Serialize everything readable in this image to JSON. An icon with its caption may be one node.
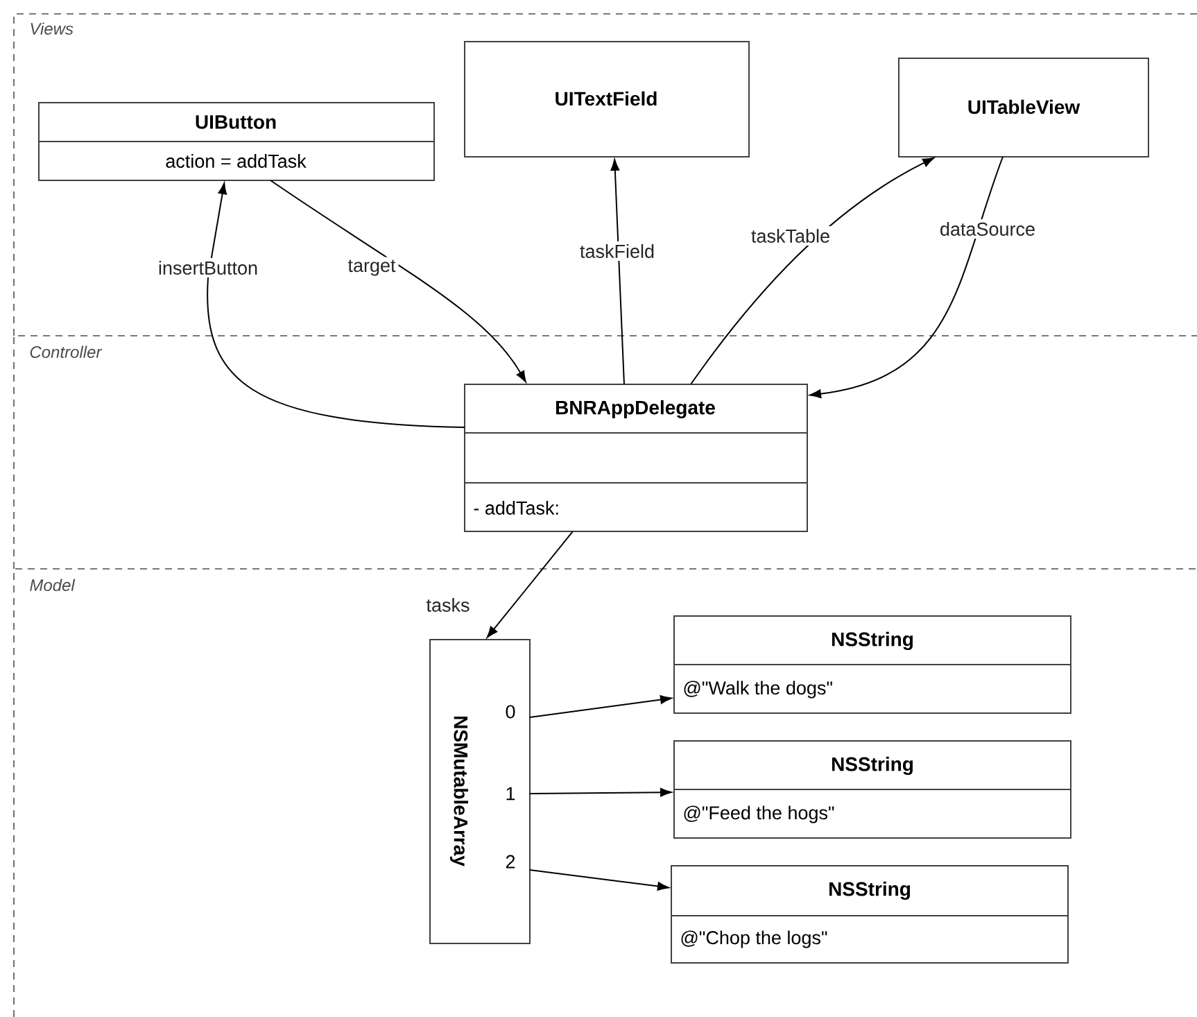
{
  "diagram": {
    "nodes": [
      {
        "text": [
          "Views"
        ]
      },
      {
        "text": [
          "UIButton",
          "action = addTask"
        ],
        "in": 0
      },
      {
        "text": [
          "UITextField"
        ],
        "in": 0
      },
      {
        "text": [
          "UITableView"
        ],
        "in": 0
      },
      {
        "text": [
          "Controller"
        ]
      },
      {
        "text": [
          "BNRAppDelegate",
          "- addTask:"
        ],
        "in": 4
      },
      {
        "text": [
          "Model"
        ]
      },
      {
        "text": [
          "NSMutableArray",
          "0",
          "1",
          "2"
        ],
        "in": 6
      },
      {
        "text": [
          "NSString",
          "@\"Walk the dogs\""
        ],
        "in": 6
      },
      {
        "text": [
          "NSString",
          "@\"Feed the hogs\""
        ],
        "in": 6
      },
      {
        "text": [
          "NSString",
          "@\"Chop the logs\""
        ],
        "in": 6
      }
    ],
    "edges": [
      {
        "from": 5,
        "to": 1,
        "arrow": "to",
        "label": "insertButton"
      },
      {
        "from": 1,
        "to": 5,
        "arrow": "to",
        "label": "target"
      },
      {
        "from": 5,
        "to": 2,
        "arrow": "to",
        "label": "taskField"
      },
      {
        "from": 5,
        "to": 3,
        "arrow": "to",
        "label": "taskTable"
      },
      {
        "from": 3,
        "to": 5,
        "arrow": "to",
        "label": "dataSource"
      },
      {
        "from": 5,
        "to": 7,
        "arrow": "to",
        "label": "tasks"
      },
      {
        "from": 7,
        "to": 8,
        "arrow": "to"
      },
      {
        "from": 7,
        "to": 9,
        "arrow": "to"
      },
      {
        "from": 7,
        "to": 10,
        "arrow": "to"
      }
    ]
  }
}
